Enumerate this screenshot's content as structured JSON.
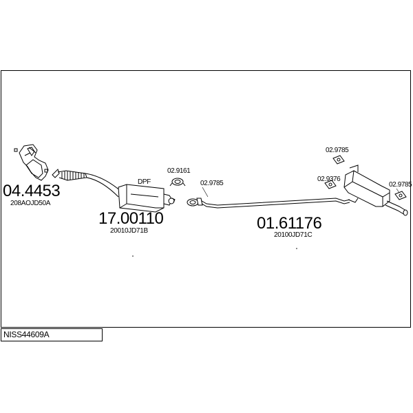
{
  "diagram": {
    "reference": "NISS44609A",
    "parts": [
      {
        "number": "04.4453",
        "oem": "208AOJD50A"
      },
      {
        "number": "17.00110",
        "oem": "20010JD71B",
        "tag": "DPF"
      },
      {
        "number": "01.61176",
        "oem": "20100JD71C"
      }
    ],
    "accessories": [
      "02.9161",
      "02.9785",
      "02.9785",
      "02.9376",
      "02.9785"
    ]
  }
}
